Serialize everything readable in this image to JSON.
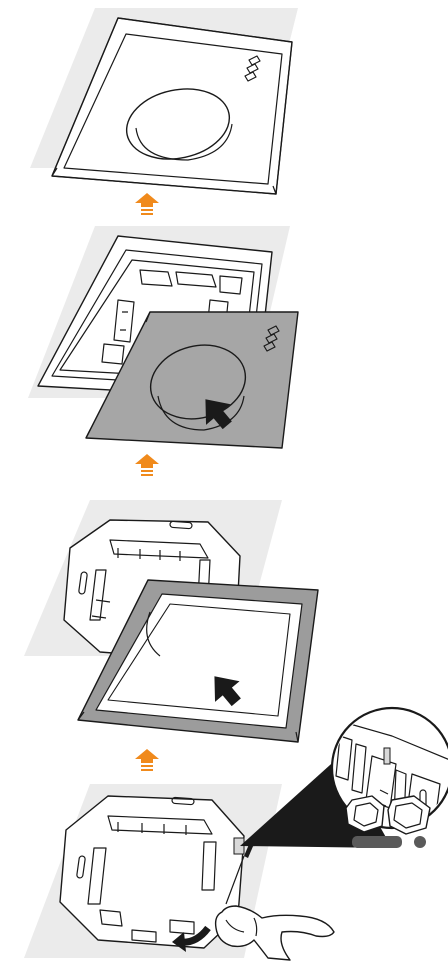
{
  "diagram": {
    "steps": [
      {
        "name": "final-assembled-switch"
      },
      {
        "name": "attach-rocker-cover"
      },
      {
        "name": "attach-frame"
      },
      {
        "name": "mount-base-plate"
      }
    ],
    "arrows": [
      "up-arrow",
      "up-arrow",
      "up-arrow"
    ],
    "colors": {
      "background-shape": "#ebebeb",
      "outline": "#1a1a1a",
      "cover-fill": "#a6a6a6",
      "frame-fill": "#9c9c9c",
      "arrow": "#f08a1c",
      "plate": "#ffffff"
    },
    "icons": [
      "up-arrow-icon",
      "push-arrow-icon",
      "rotate-arrow-icon",
      "screwdriver-icon",
      "magnifier-callout-icon"
    ]
  }
}
